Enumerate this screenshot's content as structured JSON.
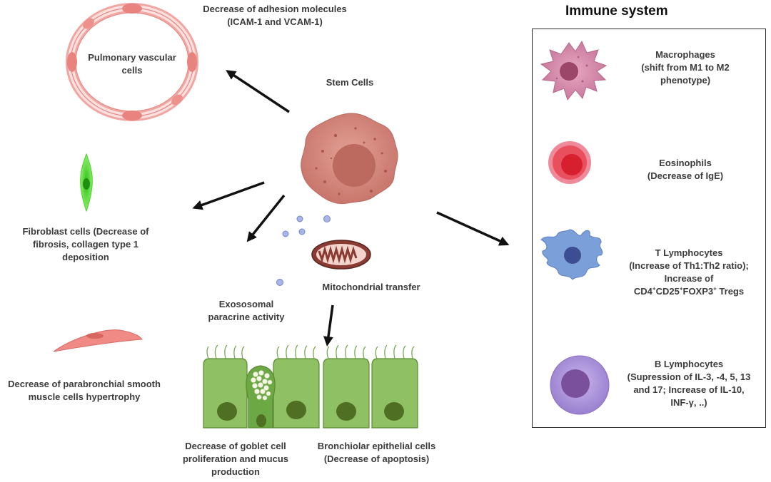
{
  "labels": {
    "adhesion": [
      "Decrease of adhesion molecules",
      "(ICAM-1 and VCAM-1)"
    ],
    "pulmonary": [
      "Pulmonary vascular",
      "cells"
    ],
    "stem_cells": "Stem Cells",
    "fibroblast": [
      "Fibroblast cells (Decrease of",
      "fibrosis, collagen type 1",
      "deposition"
    ],
    "exosomal": [
      "Exososomal",
      "paracrine activity"
    ],
    "mitochondrial": "Mitochondrial transfer",
    "smooth_muscle": [
      "Decrease of parabronchial smooth",
      "muscle cells hypertrophy"
    ],
    "goblet": [
      "Decrease of goblet cell",
      "proliferation and mucus",
      "production"
    ],
    "bronchiolar": [
      "Bronchiolar epithelial cells",
      "(Decrease of apoptosis)"
    ]
  },
  "immune": {
    "title": "Immune system",
    "macrophages": [
      "Macrophages",
      "(shift from M1 to M2",
      "phenotype)"
    ],
    "eosinophils": [
      "Eosinophils",
      "(Decrease of IgE)"
    ],
    "t_cells": [
      "T Lymphocytes",
      "(Increase of Th1:Th2 ratio);",
      "Increase of"
    ],
    "tregs": {
      "cd4": "CD4",
      "cd25": "CD25",
      "foxp3": "FOXP3",
      "tail": " Tregs",
      "sup": "+"
    },
    "b_cells": [
      "B Lymphocytes",
      "(Supression of IL-3, -4, 5, 13",
      "and 17; Increase of IL-10,",
      "INF-γ, ..)"
    ]
  },
  "colors": {
    "vascular": "#f4a3a0",
    "stem": "#d98b80",
    "fibro": "#5fdc3a",
    "epithelium": "#8fc063",
    "macrophage": "#d88fae",
    "eosinophil": "#e63c52",
    "tcell": "#7b9fd8",
    "bcell": "#a98fd6"
  },
  "icons": [
    "stem-cell-icon",
    "vascular-ring-icon",
    "fibroblast-icon",
    "smooth-muscle-icon",
    "mitochondrion-icon",
    "exosome-icon",
    "epithelium-icon",
    "macrophage-icon",
    "eosinophil-icon",
    "t-lymphocyte-icon",
    "b-lymphocyte-icon"
  ]
}
